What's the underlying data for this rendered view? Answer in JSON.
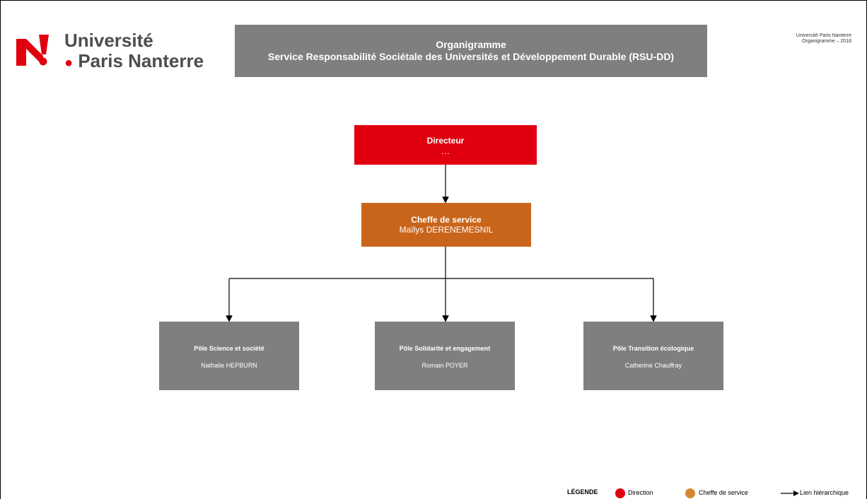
{
  "logo": {
    "line1": "Université",
    "line2": "Paris Nanterre"
  },
  "title": {
    "line1": "Organigramme",
    "line2": "Service Responsabilité Sociétale des Universités et Développement Durable (RSU-DD)"
  },
  "meta": {
    "line1": "Université Paris Nanterre",
    "line2": "Organigramme – 2018"
  },
  "director": {
    "role": "Directeur",
    "person": "…"
  },
  "chief": {
    "role": "Cheffe de service",
    "person": "Maïlys DERENEMESNIL"
  },
  "poles": [
    {
      "name": "Pôle Science et société",
      "person": "Nathalie HEPBURN"
    },
    {
      "name": "Pôle Solidarité et engagement",
      "person": "Romain POYER"
    },
    {
      "name": "Pôle Transition écologique",
      "person": "Catherine Chauffray"
    }
  ],
  "legend": {
    "title": "LÉGENDE",
    "direction": "Direction",
    "chief": "Cheffe de service",
    "link": "Lien hiérarchique"
  },
  "colors": {
    "direction": "#e0000f",
    "chief": "#c9651a",
    "pole": "#7f7f7f",
    "logo_red": "#e0000f",
    "logo_text": "#4d4d4d"
  }
}
